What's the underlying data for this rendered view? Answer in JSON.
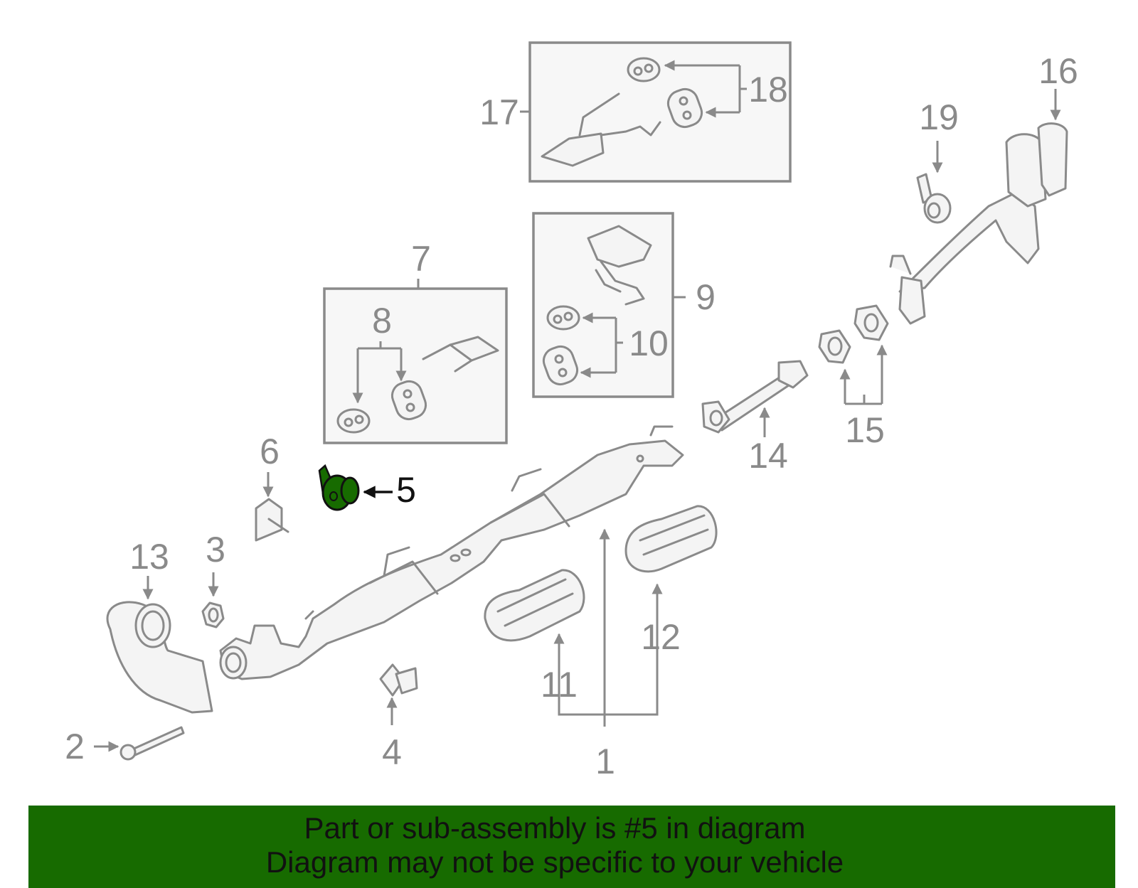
{
  "highlight_color": "#176b00",
  "callout_color": "#8a8a8a",
  "callouts": {
    "c1": "1",
    "c2": "2",
    "c3": "3",
    "c4": "4",
    "c5": "5",
    "c6": "6",
    "c7": "7",
    "c8": "8",
    "c9": "9",
    "c10": "10",
    "c11": "11",
    "c12": "12",
    "c13": "13",
    "c14": "14",
    "c15": "15",
    "c16": "16",
    "c17": "17",
    "c18": "18",
    "c19": "19"
  },
  "banner": {
    "line1": "Part or sub-assembly is #5 in diagram",
    "line2": "Diagram may not be specific to your vehicle"
  }
}
